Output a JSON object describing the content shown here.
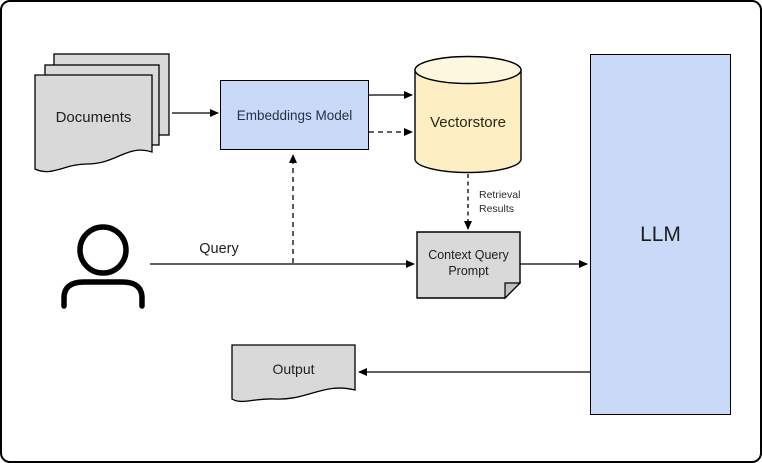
{
  "diagram": {
    "background": "#ffffff",
    "frame_color": "#000000",
    "nodes": {
      "documents": {
        "label": "Documents",
        "shape": "stacked-documents",
        "fill": "#d9d9d9",
        "border": "#000000"
      },
      "embeddings_model": {
        "label": "Embeddings Model",
        "shape": "rectangle",
        "fill": "#c9daf8",
        "border": "#000000"
      },
      "vectorstore": {
        "label": "Vectorstore",
        "shape": "cylinder",
        "fill": "#fdefc3",
        "fill_top": "#fef7e0",
        "border": "#000000"
      },
      "user": {
        "shape": "person-icon",
        "stroke": "#000000"
      },
      "context_query_prompt": {
        "label": "Context Query Prompt",
        "shape": "note-folded-corner",
        "fill": "#d9d9d9",
        "fold_fill": "#c0c0c0",
        "border": "#000000"
      },
      "llm": {
        "label": "LLM",
        "shape": "rectangle",
        "fill": "#c9daf8",
        "border": "#000000"
      },
      "output": {
        "label": "Output",
        "shape": "document",
        "fill": "#d9d9d9",
        "border": "#000000"
      }
    },
    "edge_labels": {
      "query": "Query",
      "retrieval_results": "Retrieval Results"
    },
    "edges": [
      {
        "from": "documents",
        "to": "embeddings_model",
        "style": "solid"
      },
      {
        "from": "embeddings_model",
        "to": "vectorstore",
        "style": "solid"
      },
      {
        "from": "embeddings_model",
        "to": "vectorstore",
        "style": "dashed"
      },
      {
        "from": "user",
        "to": "context_query_prompt",
        "style": "solid",
        "label": "Query"
      },
      {
        "from": "query_line",
        "to": "embeddings_model",
        "style": "dashed"
      },
      {
        "from": "vectorstore",
        "to": "context_query_prompt",
        "style": "dashed",
        "label": "Retrieval Results"
      },
      {
        "from": "context_query_prompt",
        "to": "llm",
        "style": "solid"
      },
      {
        "from": "llm",
        "to": "output",
        "style": "solid"
      }
    ]
  }
}
